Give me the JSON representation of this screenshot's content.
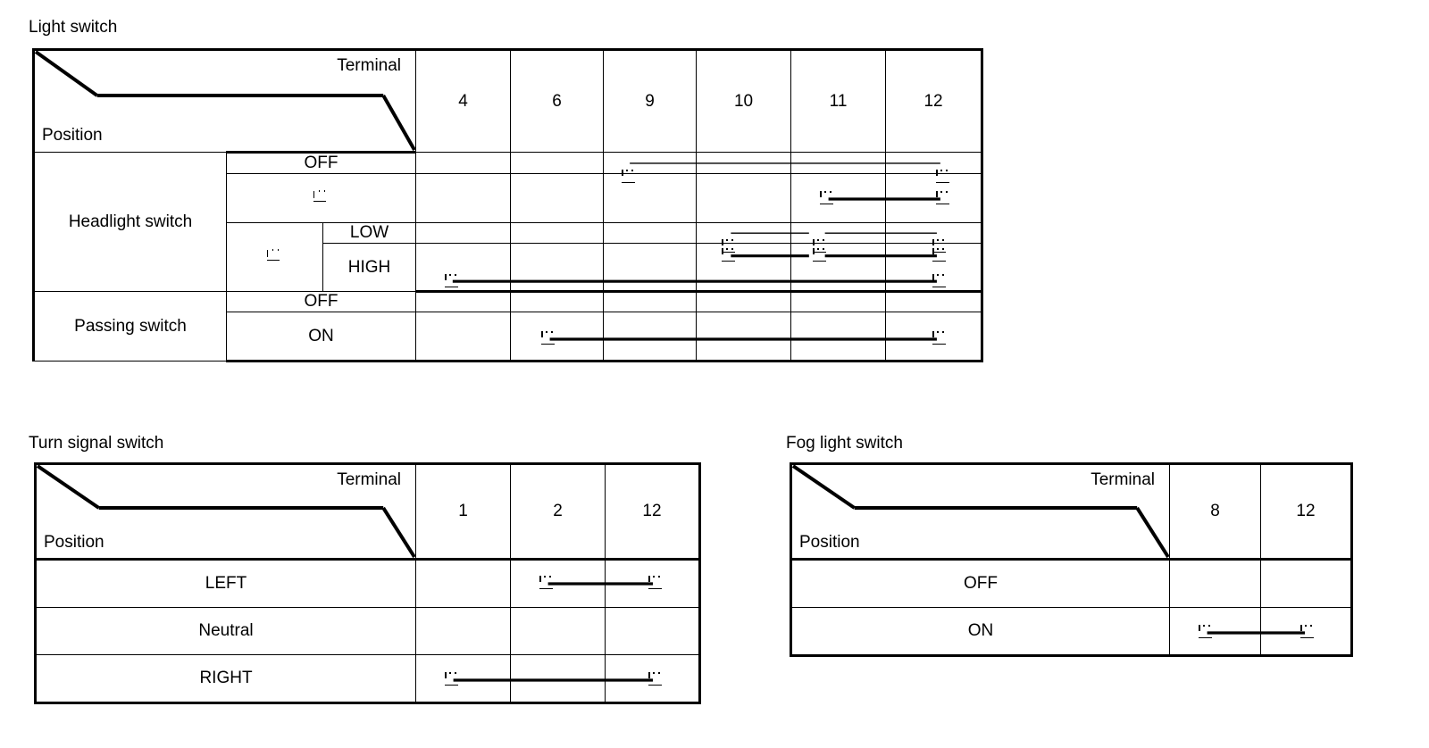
{
  "tables": [
    {
      "id": "light-switch",
      "caption": "Light switch",
      "header": {
        "terminal_label": "Terminal",
        "position_label": "Position"
      },
      "terminals": [
        "4",
        "6",
        "9",
        "10",
        "11",
        "12"
      ],
      "groups": [
        {
          "name": "Headlight switch",
          "rows": [
            {
              "label": "OFF",
              "sub": null,
              "connections": [
                {
                  "from": "9",
                  "to": "12"
                }
              ]
            },
            {
              "label": "",
              "glyph": "lamp-icon",
              "sub": null,
              "connections": [
                {
                  "from": "11",
                  "to": "12"
                }
              ]
            },
            {
              "label": "LOW",
              "group_glyph": "lamp-icon",
              "connections": [
                {
                  "from": "10",
                  "to": "12"
                }
              ]
            },
            {
              "label": "HIGH",
              "group_glyph": "lamp-icon",
              "connections": [
                {
                  "from": "10",
                  "to": "12"
                },
                {
                  "from": "4",
                  "to": "12",
                  "lane": "lower"
                }
              ]
            }
          ]
        },
        {
          "name": "Passing switch",
          "rows": [
            {
              "label": "OFF",
              "sub": null,
              "connections": []
            },
            {
              "label": "ON",
              "sub": null,
              "connections": [
                {
                  "from": "6",
                  "to": "12"
                }
              ]
            }
          ]
        }
      ]
    },
    {
      "id": "turn-signal-switch",
      "caption": "Turn signal switch",
      "header": {
        "terminal_label": "Terminal",
        "position_label": "Position"
      },
      "terminals": [
        "1",
        "2",
        "12"
      ],
      "rows": [
        {
          "label": "LEFT",
          "connections": [
            {
              "from": "2",
              "to": "12"
            }
          ]
        },
        {
          "label": "Neutral",
          "connections": []
        },
        {
          "label": "RIGHT",
          "connections": [
            {
              "from": "1",
              "to": "12"
            }
          ]
        }
      ]
    },
    {
      "id": "fog-light-switch",
      "caption": "Fog light switch",
      "header": {
        "terminal_label": "Terminal",
        "position_label": "Position"
      },
      "terminals": [
        "8",
        "12"
      ],
      "rows": [
        {
          "label": "OFF",
          "connections": []
        },
        {
          "label": "ON",
          "connections": [
            {
              "from": "8",
              "to": "12"
            }
          ]
        }
      ]
    }
  ]
}
